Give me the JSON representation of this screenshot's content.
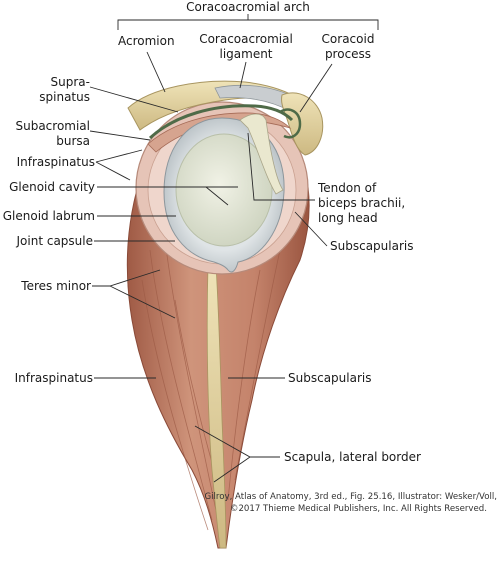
{
  "labels": {
    "arch": "Coracoacromial arch",
    "acromion": "Acromion",
    "cc_lig_1": "Coracoacromial",
    "cc_lig_2": "ligament",
    "coracoid_1": "Coracoid",
    "coracoid_2": "process",
    "supra_1": "Supra-",
    "supra_2": "spinatus",
    "bursa_1": "Subacromial",
    "bursa_2": "bursa",
    "infra_top": "Infraspinatus",
    "glenoid_cavity": "Glenoid cavity",
    "glenoid_labrum": "Glenoid labrum",
    "joint_capsule": "Joint capsule",
    "teres_minor": "Teres minor",
    "infra_bottom": "Infraspinatus",
    "biceps_1": "Tendon of",
    "biceps_2": "biceps brachii,",
    "biceps_3": "long head",
    "subscap_top": "Subscapularis",
    "subscap_bottom": "Subscapularis",
    "scapula": "Scapula, lateral border"
  },
  "credit": {
    "line1": "Gilroy, Atlas of Anatomy, 3rd ed., Fig. 25.16, Illustrator: Wesker/Voll,",
    "line2": "©2017 Thieme Medical Publishers, Inc. All Rights Reserved."
  },
  "colors": {
    "muscle": "#c98a72",
    "muscle_dark": "#a55f4a",
    "capsule": "#e9c9bd",
    "cartilage": "#dfe3d2",
    "labrum": "#c9cfd2",
    "bone": "#e8dcb0",
    "tendon": "#e7e4c8",
    "bursa": "#4f6b48"
  }
}
